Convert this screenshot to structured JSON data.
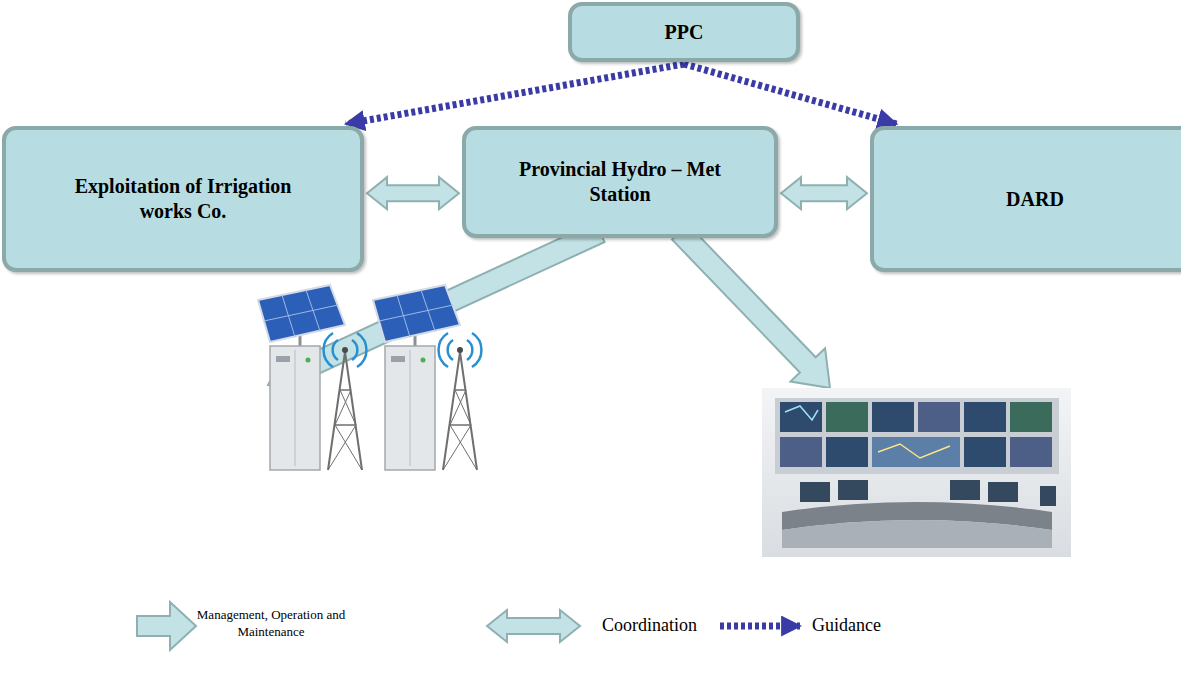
{
  "diagram": {
    "nodes": [
      {
        "text": [
          "PPC"
        ]
      },
      {
        "text": [
          "Exploitation of Irrigation works Co."
        ]
      },
      {
        "text": [
          "Provincial Hydro – Met Station"
        ]
      },
      {
        "text": [
          "DARD"
        ]
      }
    ],
    "edges": [
      {
        "from": 0,
        "to": 1,
        "arrow": "to"
      },
      {
        "from": 0,
        "to": 3,
        "arrow": "to"
      },
      {
        "from": 1,
        "to": 2,
        "arrow": "both"
      },
      {
        "from": 2,
        "to": 3,
        "arrow": "both"
      }
    ],
    "legend": [
      {
        "text": "Management, Operation and Maintenance"
      },
      {
        "text": "Coordination"
      },
      {
        "text": "Guidance"
      }
    ]
  }
}
